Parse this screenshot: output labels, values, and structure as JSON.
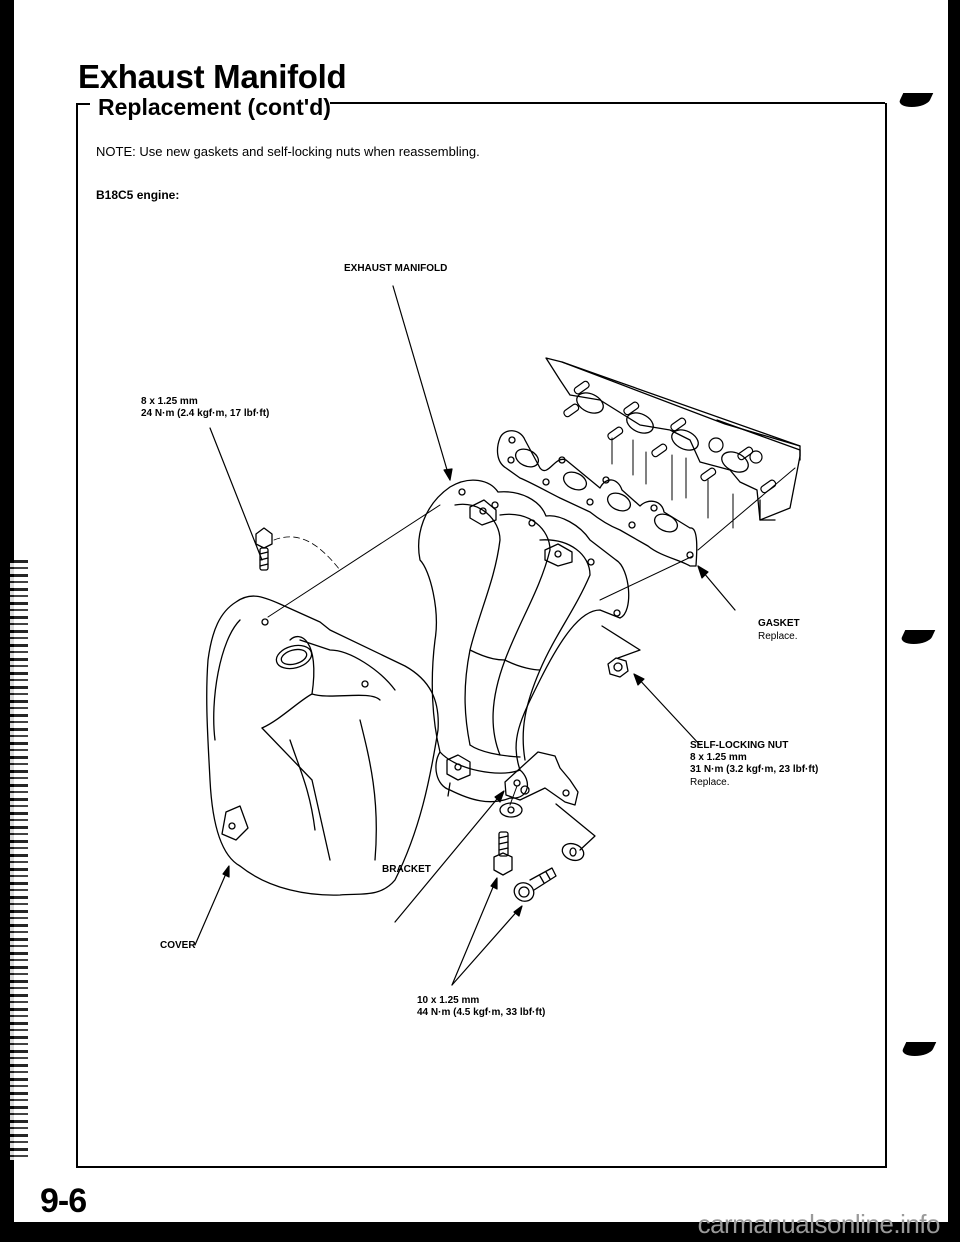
{
  "page": {
    "title": "Exhaust Manifold",
    "section": "Replacement (cont'd)",
    "note": "NOTE: Use new gaskets and self-locking nuts when reassembling.",
    "engine": "B18C5 engine:",
    "page_number": "9-6",
    "watermark": "carmanualsonline.info"
  },
  "diagram": {
    "labels": {
      "exhaust_manifold": "EXHAUST MANIFOLD",
      "cover_bolt_size": "8 x 1.25 mm",
      "cover_bolt_torque": "24 N·m (2.4 kgf·m, 17 lbf·ft)",
      "gasket": "GASKET",
      "gasket_note": "Replace.",
      "nut": "SELF-LOCKING NUT",
      "nut_size": "8 x 1.25 mm",
      "nut_torque": "31 N·m (3.2 kgf·m, 23 lbf·ft)",
      "nut_note": "Replace.",
      "bracket": "BRACKET",
      "cover": "COVER",
      "bracket_bolt_size": "10 x 1.25 mm",
      "bracket_bolt_torque": "44 N·m (4.5 kgf·m, 33 lbf·ft)"
    }
  }
}
